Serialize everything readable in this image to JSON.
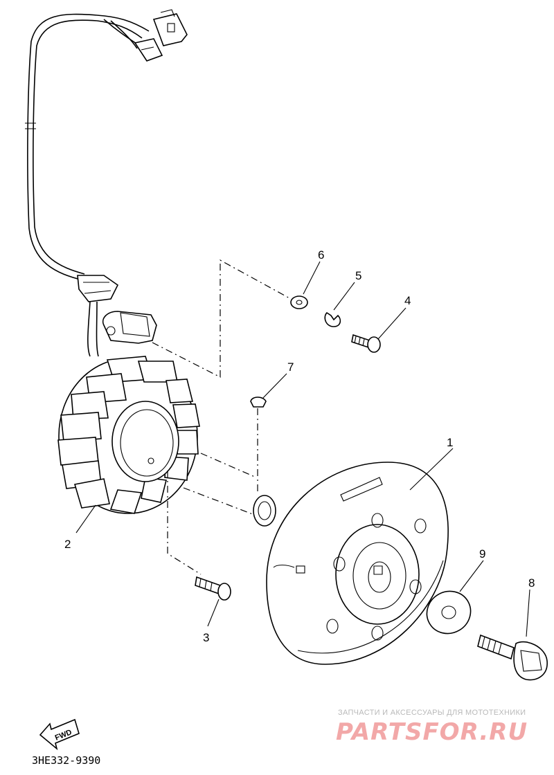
{
  "callouts": {
    "c1": "1",
    "c2": "2",
    "c3": "3",
    "c4": "4",
    "c5": "5",
    "c6": "6",
    "c7": "7",
    "c8": "8",
    "c9": "9"
  },
  "fwd_label": "FWD",
  "diagram_code": "3HE332-9390",
  "watermark": {
    "tagline": "ЗАПЧАСТИ И АКСЕССУАРЫ ДЛЯ МОТОТЕХНИКИ",
    "brand": "PARTSFOR.RU",
    "color": "#f2a8a8"
  }
}
